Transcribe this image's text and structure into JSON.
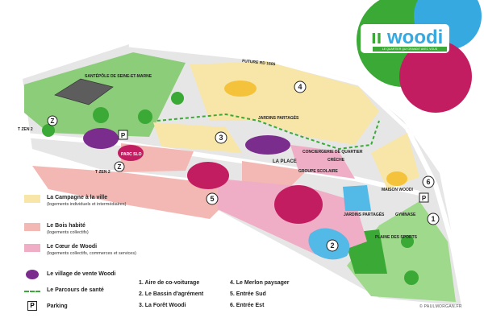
{
  "brand": {
    "name": "woodi",
    "tagline": "LE QUARTIER QUI GRANDIT AVEC VOUS",
    "colors": {
      "green": "#3aa935",
      "blue": "#36a9e1",
      "magenta": "#c31d61",
      "campagne": "#f7e6a8",
      "bois": "#f3b8b4",
      "coeur": "#efadc6",
      "village": "#7b2d8e",
      "park": "#8ccd7a",
      "water": "#53b9e6"
    }
  },
  "map_labels": {
    "road_north": "FUTURE RD 1605",
    "santepole": "SANTÉPÔLE DE SEINE-ET-MARNE",
    "tzen_1": "T ZEN 2",
    "tzen_2": "T ZEN 2",
    "jardins_1": "JARDINS PARTAGÉS",
    "jardins_2": "JARDINS PARTAGÉS",
    "conciergerie": "CONCIERGERIE DE QUARTIER",
    "la_place": "LA PLACE",
    "groupe_scolaire": "GROUPE SCOLAIRE",
    "creche": "CRÈCHE",
    "parc_slo": "PARC SLO",
    "maison_woodi": "MAISON WOODI",
    "gymnase": "GYMNASE",
    "plaine": "PLAINE DES SPORTS",
    "parking_1": "P",
    "parking_2": "P",
    "numbers": [
      "1",
      "2",
      "3",
      "4",
      "5",
      "6"
    ]
  },
  "legend": [
    {
      "id": "campagne",
      "title": "La Campagne à la ville",
      "sub": "(logements individuels et intermédiaires)",
      "color": "#f7e6a8"
    },
    {
      "id": "bois",
      "title": "Le Bois habité",
      "sub": "(logements collectifs)",
      "color": "#f3b8b4"
    },
    {
      "id": "coeur",
      "title": "Le Cœur de Woodi",
      "sub": "(logements collectifs, commerces et services)",
      "color": "#efadc6"
    },
    {
      "id": "village",
      "title": "Le village de vente Woodi",
      "sub": "",
      "color": "#7b2d8e"
    },
    {
      "id": "parcours",
      "title": "Le Parcours de santé",
      "sub": "",
      "color": "#3aa935"
    },
    {
      "id": "parking",
      "title": "Parking",
      "sub": "",
      "color": "#222222"
    }
  ],
  "parking_icon": "P",
  "numbered_list": [
    "1. Aire de co-voiturage",
    "2. Le Bassin d'agrément",
    "3. La Forêt Woodi",
    "4. Le Merlon paysager",
    "5. Entrée Sud",
    "6. Entrée Est"
  ],
  "credit": "© PAULMORGAN.FR"
}
